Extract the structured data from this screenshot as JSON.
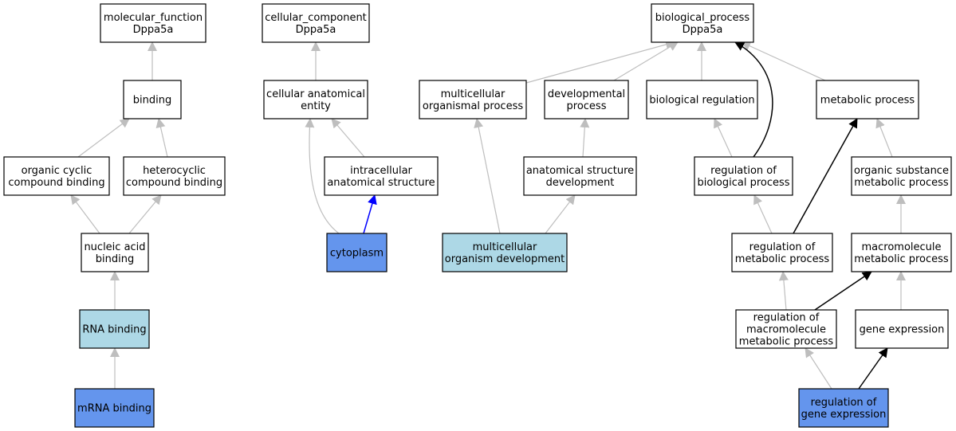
{
  "colors": {
    "default_fill": "#ffffff",
    "light_blue_fill": "#add8e6",
    "blue_fill": "#6495ed",
    "edge_gray": "#bebebe",
    "edge_black": "#000000",
    "edge_blue": "#0000ff"
  },
  "nodes": [
    {
      "id": "molecular_function",
      "lines": [
        "molecular_function",
        "Dppa5a"
      ],
      "fill": "default"
    },
    {
      "id": "cellular_component",
      "lines": [
        "cellular_component",
        "Dppa5a"
      ],
      "fill": "default"
    },
    {
      "id": "biological_process",
      "lines": [
        "biological_process",
        "Dppa5a"
      ],
      "fill": "default"
    },
    {
      "id": "binding",
      "lines": [
        "binding"
      ],
      "fill": "default"
    },
    {
      "id": "cellular_anatomical_entity",
      "lines": [
        "cellular anatomical",
        "entity"
      ],
      "fill": "default"
    },
    {
      "id": "multicellular_organismal_process",
      "lines": [
        "multicellular",
        "organismal process"
      ],
      "fill": "default"
    },
    {
      "id": "developmental_process",
      "lines": [
        "developmental",
        "process"
      ],
      "fill": "default"
    },
    {
      "id": "biological_regulation",
      "lines": [
        "biological regulation"
      ],
      "fill": "default"
    },
    {
      "id": "metabolic_process",
      "lines": [
        "metabolic process"
      ],
      "fill": "default"
    },
    {
      "id": "organic_cyclic_compound_binding",
      "lines": [
        "organic cyclic",
        "compound binding"
      ],
      "fill": "default"
    },
    {
      "id": "heterocyclic_compound_binding",
      "lines": [
        "heterocyclic",
        "compound binding"
      ],
      "fill": "default"
    },
    {
      "id": "intracellular_anatomical_structure",
      "lines": [
        "intracellular",
        "anatomical structure"
      ],
      "fill": "default"
    },
    {
      "id": "anatomical_structure_development",
      "lines": [
        "anatomical structure",
        "development"
      ],
      "fill": "default"
    },
    {
      "id": "regulation_of_biological_process",
      "lines": [
        "regulation of",
        "biological process"
      ],
      "fill": "default"
    },
    {
      "id": "organic_substance_metabolic_process",
      "lines": [
        "organic substance",
        "metabolic process"
      ],
      "fill": "default"
    },
    {
      "id": "nucleic_acid_binding",
      "lines": [
        "nucleic acid",
        "binding"
      ],
      "fill": "default"
    },
    {
      "id": "cytoplasm",
      "lines": [
        "cytoplasm"
      ],
      "fill": "blue"
    },
    {
      "id": "multicellular_organism_development",
      "lines": [
        "multicellular",
        "organism development"
      ],
      "fill": "light_blue"
    },
    {
      "id": "regulation_of_metabolic_process",
      "lines": [
        "regulation of",
        "metabolic process"
      ],
      "fill": "default"
    },
    {
      "id": "macromolecule_metabolic_process",
      "lines": [
        "macromolecule",
        "metabolic process"
      ],
      "fill": "default"
    },
    {
      "id": "rna_binding",
      "lines": [
        "RNA binding"
      ],
      "fill": "light_blue"
    },
    {
      "id": "regulation_of_macromolecule_metabolic_process",
      "lines": [
        "regulation of",
        "macromolecule",
        "metabolic process"
      ],
      "fill": "default"
    },
    {
      "id": "gene_expression",
      "lines": [
        "gene expression"
      ],
      "fill": "default"
    },
    {
      "id": "mrna_binding",
      "lines": [
        "mRNA binding"
      ],
      "fill": "blue"
    },
    {
      "id": "regulation_of_gene_expression",
      "lines": [
        "regulation of",
        "gene expression"
      ],
      "fill": "blue"
    }
  ],
  "edges": [
    {
      "from": "binding",
      "to": "molecular_function",
      "color": "gray"
    },
    {
      "from": "organic_cyclic_compound_binding",
      "to": "binding",
      "color": "gray"
    },
    {
      "from": "heterocyclic_compound_binding",
      "to": "binding",
      "color": "gray"
    },
    {
      "from": "nucleic_acid_binding",
      "to": "organic_cyclic_compound_binding",
      "color": "gray"
    },
    {
      "from": "nucleic_acid_binding",
      "to": "heterocyclic_compound_binding",
      "color": "gray"
    },
    {
      "from": "rna_binding",
      "to": "nucleic_acid_binding",
      "color": "gray"
    },
    {
      "from": "mrna_binding",
      "to": "rna_binding",
      "color": "gray"
    },
    {
      "from": "cellular_anatomical_entity",
      "to": "cellular_component",
      "color": "gray"
    },
    {
      "from": "intracellular_anatomical_structure",
      "to": "cellular_anatomical_entity",
      "color": "gray"
    },
    {
      "from": "cytoplasm",
      "to": "cellular_anatomical_entity",
      "color": "gray"
    },
    {
      "from": "cytoplasm",
      "to": "intracellular_anatomical_structure",
      "color": "blue"
    },
    {
      "from": "multicellular_organismal_process",
      "to": "biological_process",
      "color": "gray"
    },
    {
      "from": "developmental_process",
      "to": "biological_process",
      "color": "gray"
    },
    {
      "from": "biological_regulation",
      "to": "biological_process",
      "color": "gray"
    },
    {
      "from": "metabolic_process",
      "to": "biological_process",
      "color": "gray"
    },
    {
      "from": "regulation_of_biological_process",
      "to": "biological_process",
      "color": "black"
    },
    {
      "from": "anatomical_structure_development",
      "to": "developmental_process",
      "color": "gray"
    },
    {
      "from": "multicellular_organism_development",
      "to": "multicellular_organismal_process",
      "color": "gray"
    },
    {
      "from": "multicellular_organism_development",
      "to": "anatomical_structure_development",
      "color": "gray"
    },
    {
      "from": "regulation_of_biological_process",
      "to": "biological_regulation",
      "color": "gray"
    },
    {
      "from": "regulation_of_metabolic_process",
      "to": "regulation_of_biological_process",
      "color": "gray"
    },
    {
      "from": "regulation_of_metabolic_process",
      "to": "metabolic_process",
      "color": "black"
    },
    {
      "from": "organic_substance_metabolic_process",
      "to": "metabolic_process",
      "color": "gray"
    },
    {
      "from": "macromolecule_metabolic_process",
      "to": "organic_substance_metabolic_process",
      "color": "gray"
    },
    {
      "from": "regulation_of_macromolecule_metabolic_process",
      "to": "regulation_of_metabolic_process",
      "color": "gray"
    },
    {
      "from": "regulation_of_macromolecule_metabolic_process",
      "to": "macromolecule_metabolic_process",
      "color": "black"
    },
    {
      "from": "gene_expression",
      "to": "macromolecule_metabolic_process",
      "color": "gray"
    },
    {
      "from": "regulation_of_gene_expression",
      "to": "regulation_of_macromolecule_metabolic_process",
      "color": "gray"
    },
    {
      "from": "regulation_of_gene_expression",
      "to": "gene_expression",
      "color": "black"
    }
  ]
}
